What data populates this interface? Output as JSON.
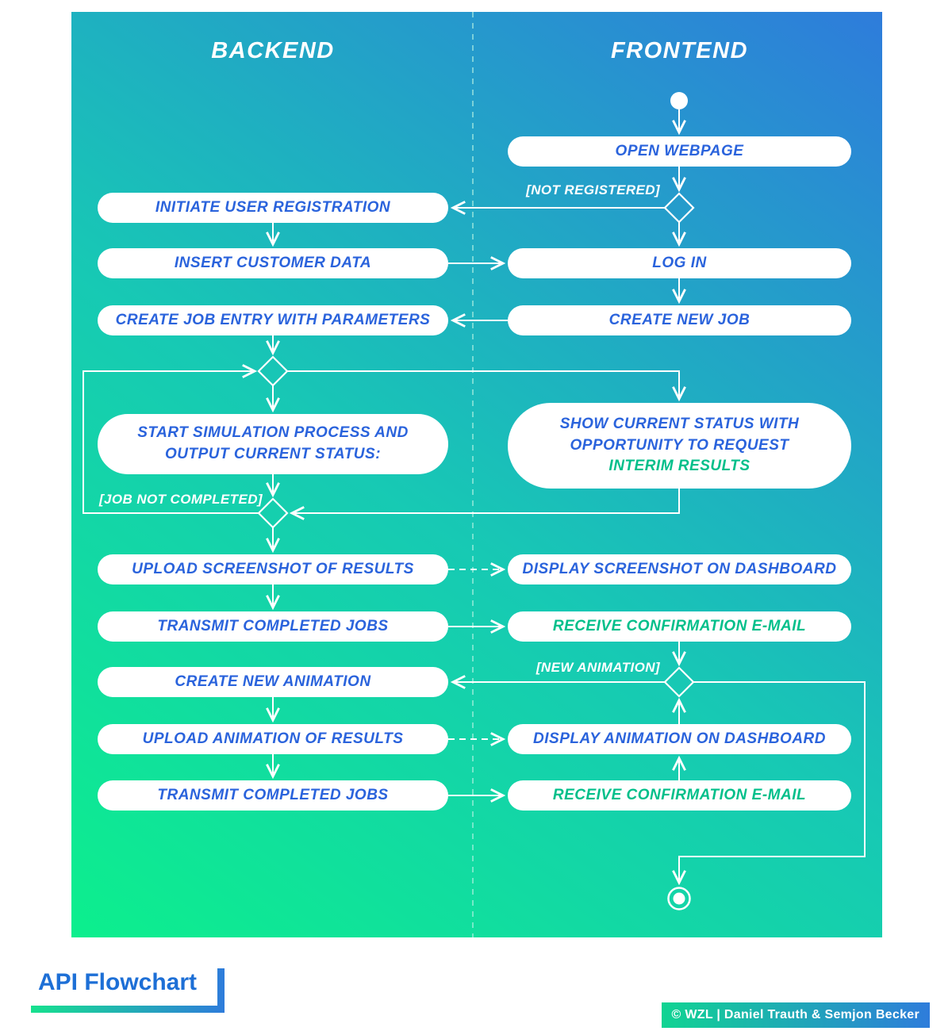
{
  "lanes": {
    "backend": "BACKEND",
    "frontend": "FRONTEND"
  },
  "nodes": {
    "open_webpage": "OPEN WEBPAGE",
    "initiate_user_registration": "INITIATE USER REGISTRATION",
    "insert_customer_data": "INSERT CUSTOMER DATA",
    "log_in": "LOG IN",
    "create_new_job": "CREATE NEW JOB",
    "create_job_entry": "CREATE JOB ENTRY WITH PARAMETERS",
    "start_simulation": {
      "line1": "START SIMULATION PROCESS AND",
      "line2": "OUTPUT CURRENT STATUS:"
    },
    "show_current_status": {
      "line1": "SHOW CURRENT STATUS WITH",
      "line2": "OPPORTUNITY TO REQUEST",
      "line3": "INTERIM RESULTS"
    },
    "upload_screenshot": "UPLOAD SCREENSHOT OF RESULTS",
    "display_screenshot": "DISPLAY SCREENSHOT ON DASHBOARD",
    "transmit_completed_jobs_1": "TRANSMIT COMPLETED JOBS",
    "receive_confirmation_1": "RECEIVE CONFIRMATION E-MAIL",
    "create_new_animation": "CREATE NEW ANIMATION",
    "upload_animation": "UPLOAD ANIMATION OF RESULTS",
    "display_animation": "DISPLAY ANIMATION ON DASHBOARD",
    "transmit_completed_jobs_2": "TRANSMIT COMPLETED JOBS",
    "receive_confirmation_2": "RECEIVE CONFIRMATION E-MAIL"
  },
  "guards": {
    "not_registered": "[NOT REGISTERED]",
    "job_not_completed": "[JOB NOT COMPLETED]",
    "new_animation": "[NEW ANIMATION]"
  },
  "footer": {
    "title": "API Flowchart",
    "copyright": "© WZL | Daniel Trauth & Semjon Becker"
  },
  "colors": {
    "background_green": "#0cef8d",
    "background_blue": "#2e7cdb",
    "node_text_blue": "#2a63dc",
    "node_text_green": "#00bf8a",
    "connector_white": "#ffffff"
  }
}
